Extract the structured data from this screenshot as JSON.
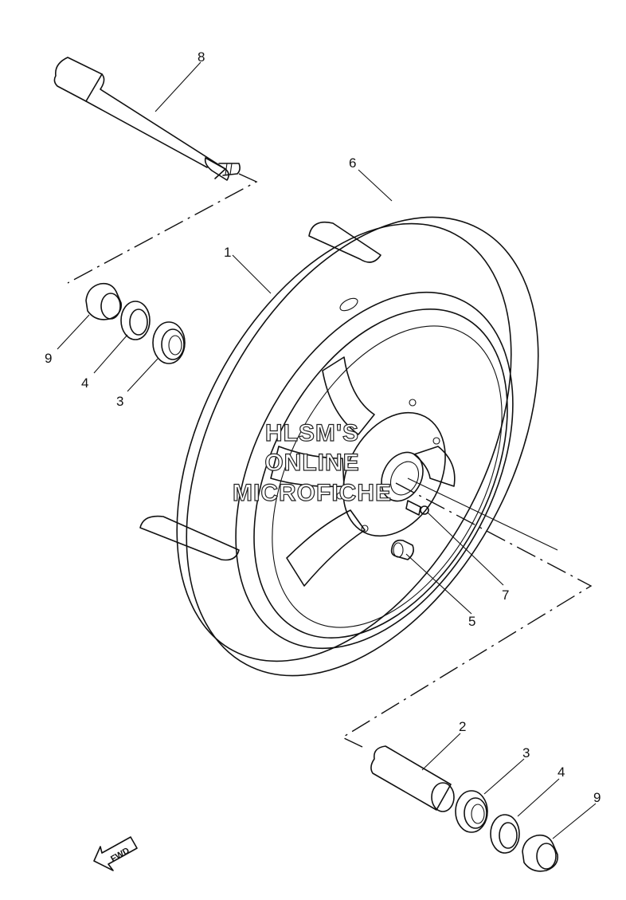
{
  "watermark": {
    "line1": "HLSM'S",
    "line2": "ONLINE",
    "line3": "MICROFICHE"
  },
  "direction_label": "FWD",
  "callouts": {
    "c1": "1",
    "c2": "2",
    "c3a": "3",
    "c3b": "3",
    "c4a": "4",
    "c4b": "4",
    "c5": "5",
    "c6": "6",
    "c7": "7",
    "c8": "8",
    "c9a": "9",
    "c9b": "9"
  }
}
